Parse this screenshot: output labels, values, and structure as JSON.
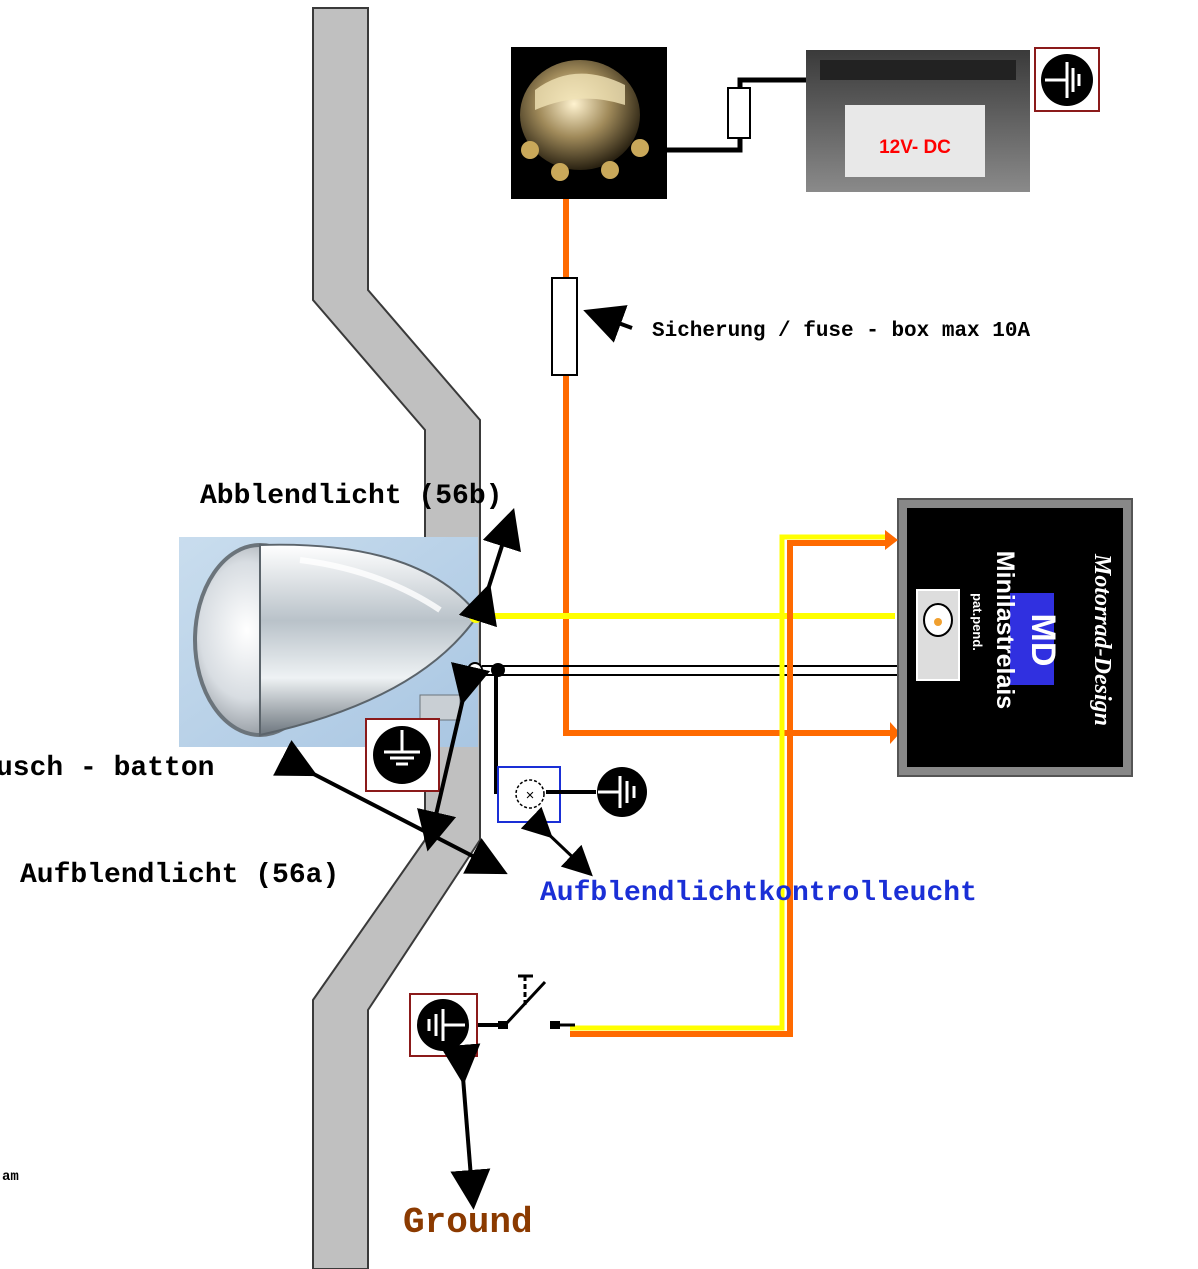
{
  "labels": {
    "battery": "12V- DC",
    "fuse": "Sicherung / fuse - box max 10A",
    "low_beam": "Abblendlicht (56b)",
    "high_beam": "Aufblendlicht (56a)",
    "indicator": "Aufblendlichtkontrolleucht",
    "push_button": "usch - batton",
    "ground": "Ground",
    "partial_left": "am"
  },
  "relay_box": {
    "brand": "Motorrad-Design",
    "product": "Minilastrelais",
    "note": "pat.pend.",
    "logo": "MD"
  },
  "colors": {
    "frame_fill": "#c0c0c0",
    "power_wire": "#ff6a00",
    "signal_wire": "#ffff00",
    "ground_wire": "#000000",
    "indicator_text": "#1a2fd6",
    "ground_text": "#8b3a00",
    "battery_text": "#ff0000",
    "ground_box_border": "#8b1a1a"
  },
  "icons": [
    "ground-symbol-icon",
    "headlight-icon",
    "solenoid-icon",
    "battery-icon",
    "relay-module-icon",
    "lamp-indicator-icon",
    "push-switch-icon",
    "fuse-icon"
  ]
}
